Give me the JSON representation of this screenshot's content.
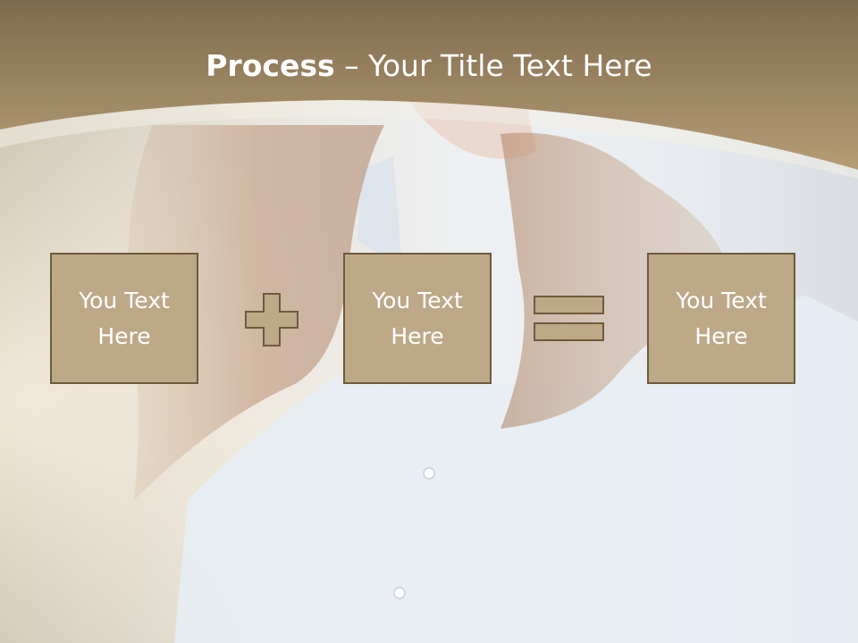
{
  "slide": {
    "title_bold": "Process",
    "title_dash": " – ",
    "title_rest": "Your Title Text Here",
    "boxes": [
      {
        "text": "You Text Here"
      },
      {
        "text": "You Text Here"
      },
      {
        "text": "You Text Here"
      }
    ],
    "operators": [
      "plus-icon",
      "equals-icon"
    ]
  },
  "colors": {
    "header_top": "#7e6a4e",
    "header_bottom": "#b59d74",
    "box_fill": "#bda888",
    "box_border": "#6e5a3c",
    "text": "#ffffff"
  }
}
